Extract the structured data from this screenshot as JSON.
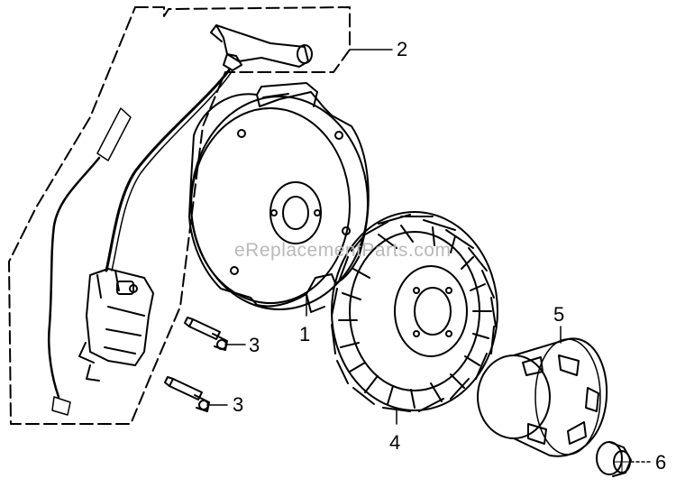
{
  "watermark": "eReplacementParts.com",
  "callouts": [
    {
      "id": "1",
      "label": "1",
      "part": "flywheel-housing"
    },
    {
      "id": "2",
      "label": "2",
      "part": "ignition-coil-assembly"
    },
    {
      "id": "3a",
      "label": "3",
      "part": "bolt-upper"
    },
    {
      "id": "3b",
      "label": "3",
      "part": "bolt-lower"
    },
    {
      "id": "4",
      "label": "4",
      "part": "flywheel-fan"
    },
    {
      "id": "5",
      "label": "5",
      "part": "starter-cup"
    },
    {
      "id": "6",
      "label": "6",
      "part": "flange-nut"
    }
  ]
}
